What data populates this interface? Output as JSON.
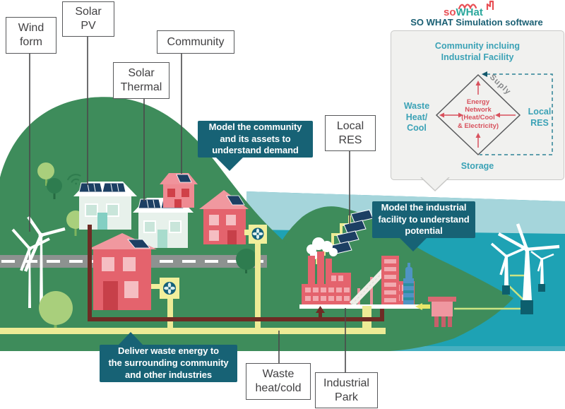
{
  "header": {
    "logo_so": "so",
    "logo_wh": "WHat",
    "subtitle": "SO WHAT Simulation software"
  },
  "panel": {
    "community": "Community incluing\nIndustrial Facility",
    "waste": "Waste\nHeat/\nCool",
    "local_res": "Local\nRES",
    "storage": "Storage",
    "supply": "Suply",
    "energy_network": "Energy\nNetwork\n(Heat/Cool\n& Electricity)"
  },
  "labels": {
    "wind_form": "Wind\nform",
    "solar_pv": "Solar\nPV",
    "community": "Community",
    "solar_thermal": "Solar\nThermal",
    "local_res": "Local\nRES",
    "waste_heat_cold": "Waste\nheat/cold",
    "industrial_park": "Industrial\nPark"
  },
  "callouts": {
    "community": "Model the community\nand its assets to\nunderstand demand",
    "industrial": "Model the industrial\nfacility to understand\npotential",
    "deliver": "Deliver waste energy to\nthe surrounding community\nand other industries"
  },
  "colors": {
    "callout_teal": "#176275",
    "diagram_teal": "#3BA2B6",
    "diagram_red": "#D8515D",
    "land_green": "#3E8C5B",
    "water_dark": "#1EA2B4",
    "water_light": "#A5D5DB",
    "pipe_yellow": "#EDEB96",
    "pipe_dark_red": "#6E2B24",
    "logo_red": "#E84F55",
    "logo_teal": "#2BA89D"
  }
}
